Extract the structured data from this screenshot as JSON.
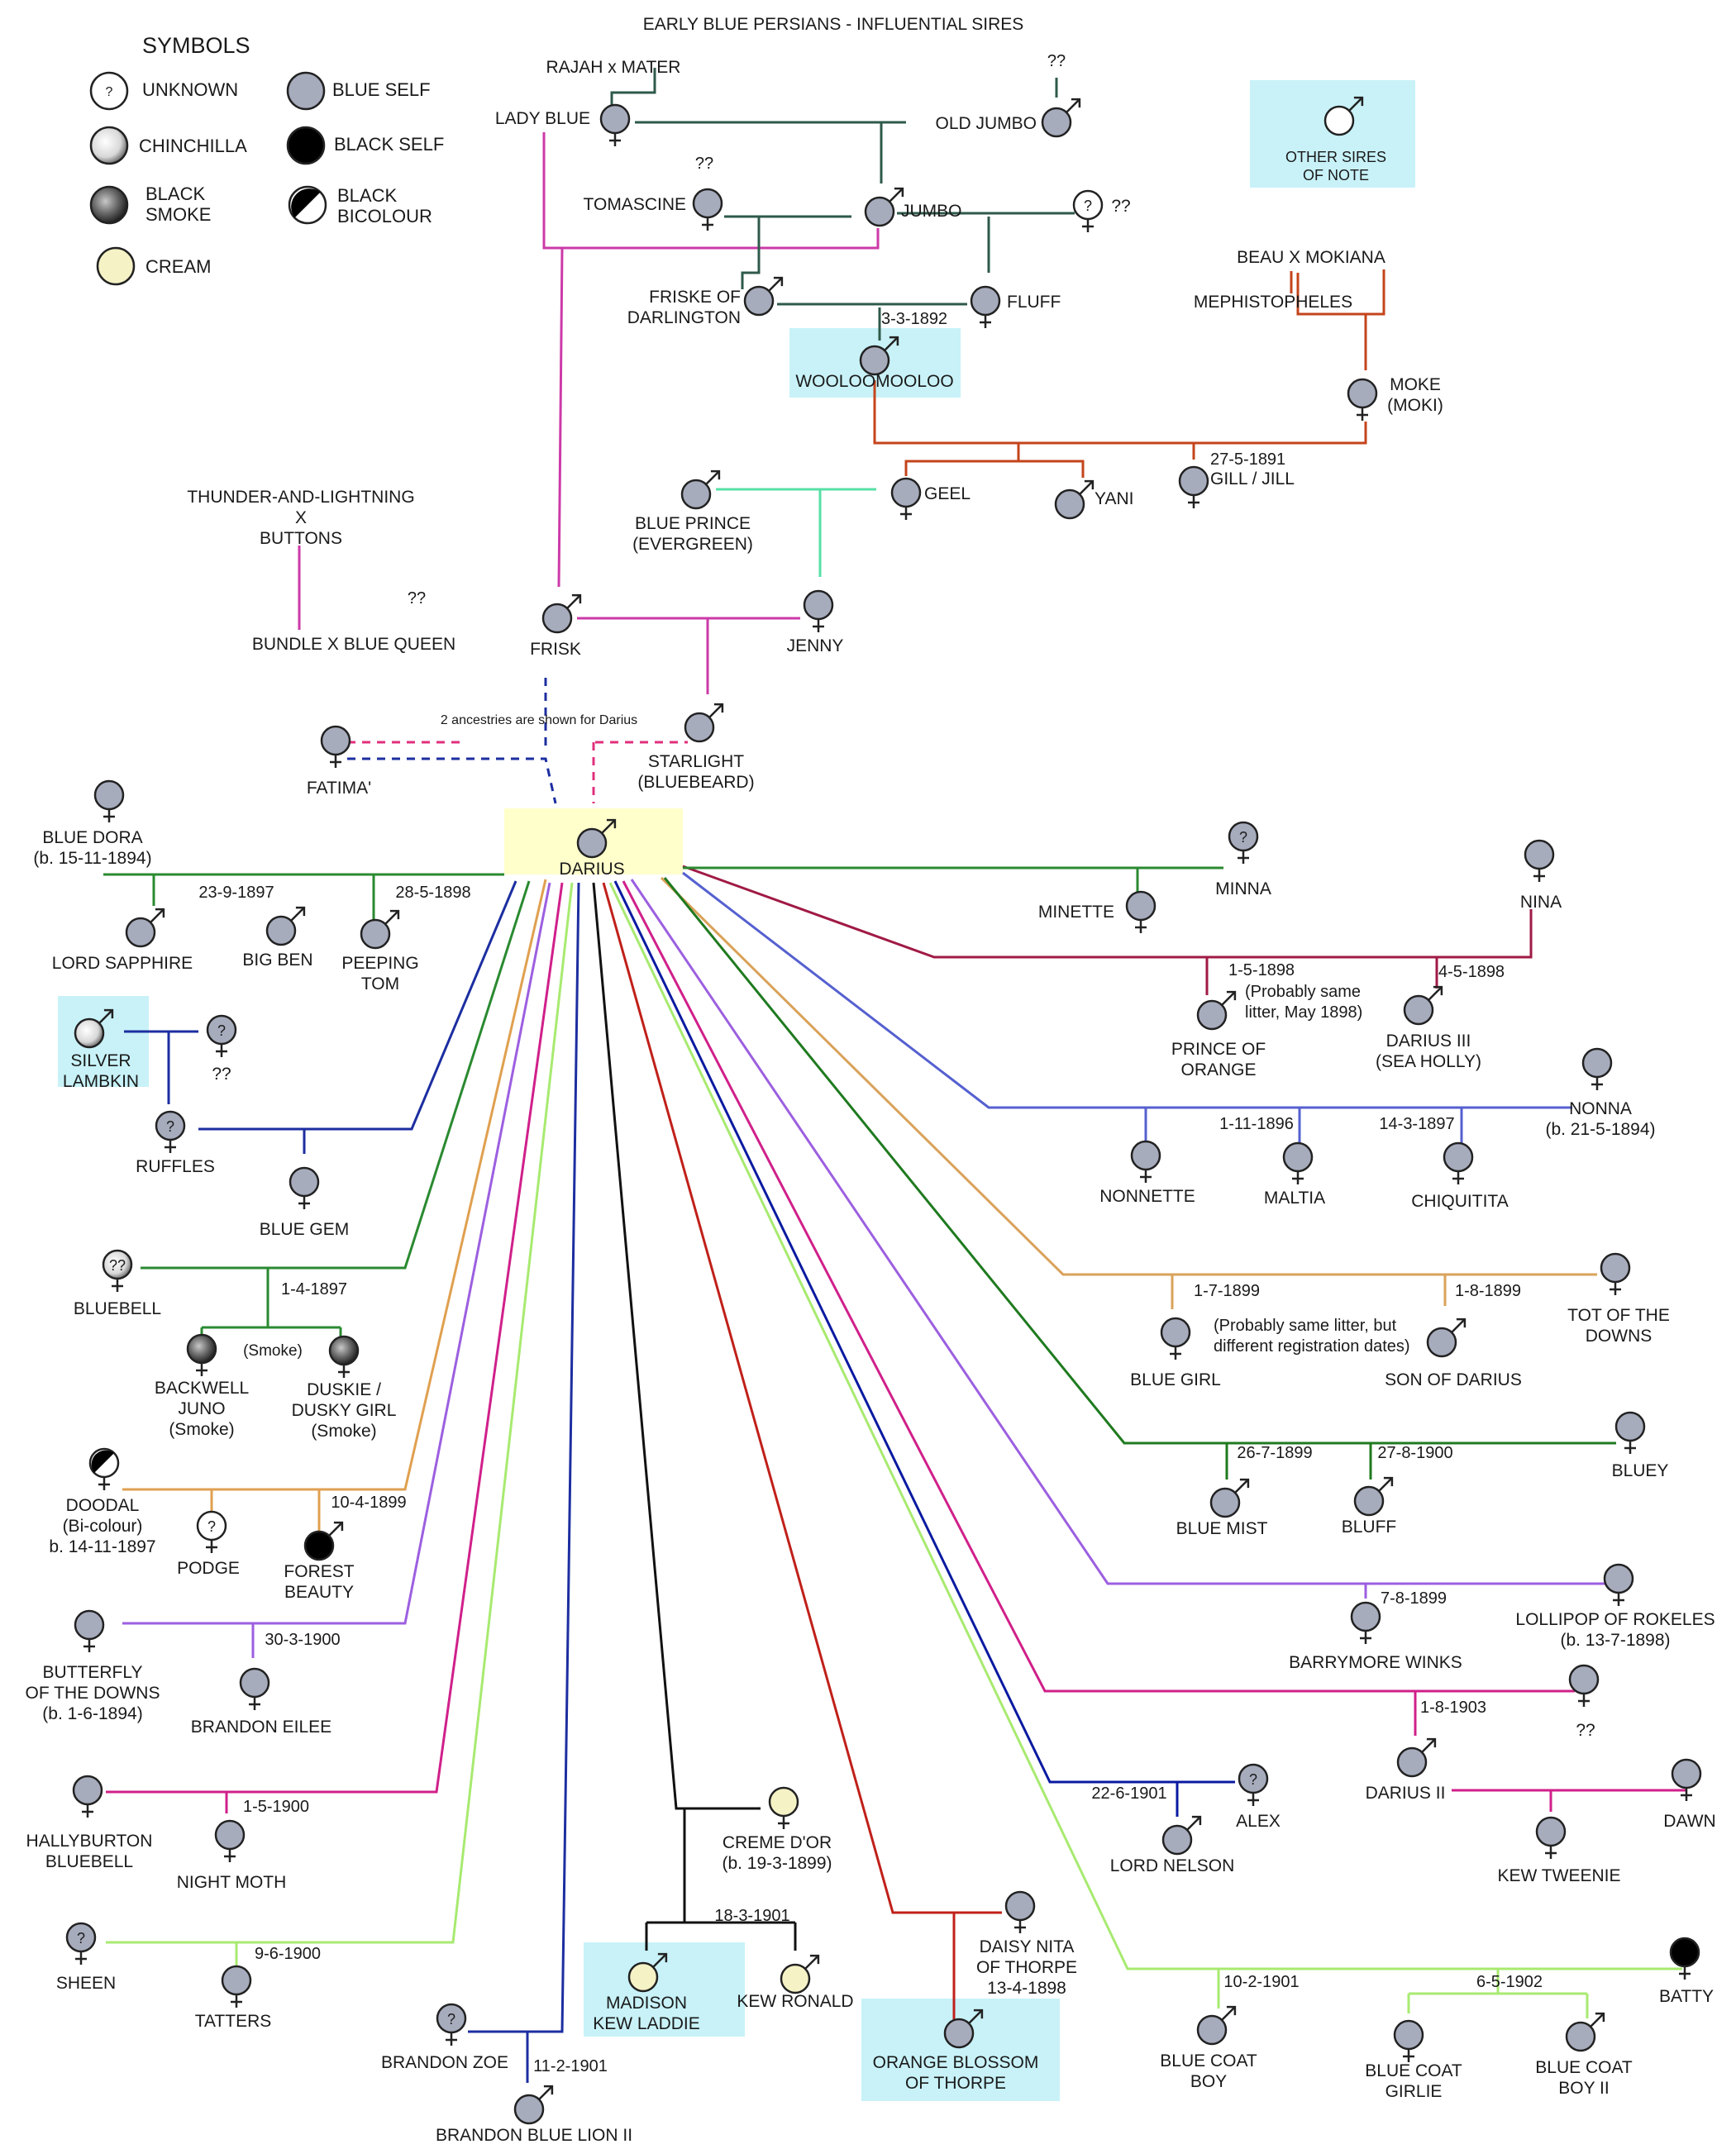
{
  "title": "EARLY BLUE PERSIANS - INFLUENTIAL SIRES",
  "legend": {
    "heading": "SYMBOLS",
    "items": [
      {
        "id": "unknown",
        "label": [
          "UNKNOWN"
        ],
        "type": "unknown",
        "mark": "?"
      },
      {
        "id": "chinchilla",
        "label": [
          "CHINCHILLA"
        ],
        "type": "chinchilla"
      },
      {
        "id": "smoke",
        "label": [
          "BLACK",
          "SMOKE"
        ],
        "type": "smoke"
      },
      {
        "id": "cream",
        "label": [
          "CREAM"
        ],
        "type": "cream"
      },
      {
        "id": "blue",
        "label": [
          "BLUE SELF"
        ],
        "type": "blue"
      },
      {
        "id": "black",
        "label": [
          "BLACK SELF"
        ],
        "type": "black"
      },
      {
        "id": "bicolour",
        "label": [
          "BLACK",
          "BICOLOUR"
        ],
        "type": "bicolour"
      }
    ],
    "note": {
      "label": [
        "OTHER SIRES",
        "OF NOTE"
      ],
      "sex": "m"
    }
  },
  "colors": {
    "blue": "#a7acbd",
    "cream": "#f5f2c6",
    "black": "#000000",
    "unknown": "#ffffff",
    "highlight_cyan": "#c8f2f8",
    "highlight_darius": "#ffffcc",
    "dark_green": "#2e5a4a",
    "red_brown": "#c4441b",
    "mint": "#57e0a6",
    "magenta": "#cc3aa8",
    "navy_dashed": "#1c2ea0",
    "pink_dashed": "#e0307c"
  },
  "highlights": [
    {
      "id": "h-darius",
      "kind": "darius"
    },
    {
      "id": "h-woolo",
      "kind": "cyan"
    },
    {
      "id": "h-silver",
      "kind": "cyan"
    },
    {
      "id": "h-madison",
      "kind": "cyan"
    },
    {
      "id": "h-orange",
      "kind": "cyan"
    }
  ],
  "nodes": [
    {
      "id": "rajah",
      "type": "none",
      "label": [
        "RAJAH x MATER"
      ]
    },
    {
      "id": "ladyblue",
      "type": "blue",
      "sex": "f",
      "label": [
        "LADY BLUE"
      ]
    },
    {
      "id": "oldjumbo",
      "type": "blue",
      "sex": "m",
      "label": [
        "OLD JUMBO"
      ],
      "note": "??"
    },
    {
      "id": "tomascine",
      "type": "blue",
      "sex": "f",
      "label": [
        "TOMASCINE"
      ],
      "note": "??"
    },
    {
      "id": "jumbo",
      "type": "blue",
      "sex": "m",
      "label": [
        "JUMBO"
      ]
    },
    {
      "id": "unk1",
      "type": "unknown",
      "sex": "f",
      "mark": "?",
      "label": [
        "??"
      ]
    },
    {
      "id": "friske",
      "type": "blue",
      "sex": "m",
      "label": [
        "FRISKE OF",
        "DARLINGTON"
      ]
    },
    {
      "id": "fluff",
      "type": "blue",
      "sex": "f",
      "label": [
        "FLUFF"
      ]
    },
    {
      "id": "woolo",
      "type": "blue",
      "sex": "m",
      "label": [
        "WOOLOOMOOLOO"
      ],
      "date": "3-3-1892"
    },
    {
      "id": "beau",
      "type": "none",
      "label": [
        "BEAU X MOKIANA"
      ]
    },
    {
      "id": "mephisto",
      "type": "none",
      "label": [
        "MEPHISTOPHELES"
      ]
    },
    {
      "id": "moke",
      "type": "blue",
      "sex": "f",
      "label": [
        "MOKE",
        "(MOKI)"
      ]
    },
    {
      "id": "blueprince",
      "type": "blue",
      "sex": "m",
      "label": [
        "BLUE PRINCE",
        "(EVERGREEN)"
      ]
    },
    {
      "id": "geel",
      "type": "blue",
      "sex": "f",
      "label": [
        "GEEL"
      ]
    },
    {
      "id": "yani",
      "type": "blue",
      "sex": "m",
      "label": [
        "YANI"
      ]
    },
    {
      "id": "gill",
      "type": "blue",
      "sex": "f",
      "label": [
        "GILL / JILL"
      ],
      "date": "27-5-1891"
    },
    {
      "id": "thunder",
      "type": "none",
      "label": [
        "THUNDER-AND-LIGHTNING",
        "X",
        "BUTTONS"
      ]
    },
    {
      "id": "bundle",
      "type": "none",
      "label": [
        "BUNDLE X BLUE QUEEN"
      ],
      "note": "??"
    },
    {
      "id": "frisk",
      "type": "blue",
      "sex": "m",
      "label": [
        "FRISK"
      ]
    },
    {
      "id": "jenny",
      "type": "blue",
      "sex": "f",
      "label": [
        "JENNY"
      ]
    },
    {
      "id": "starlight",
      "type": "blue",
      "sex": "m",
      "label": [
        "STARLIGHT",
        "(BLUEBEARD)"
      ]
    },
    {
      "id": "fatima",
      "type": "blue",
      "sex": "f",
      "label": [
        "FATIMA'"
      ]
    },
    {
      "id": "darius",
      "type": "blue",
      "sex": "m",
      "label": [
        "DARIUS"
      ]
    },
    {
      "id": "bluedora",
      "type": "blue",
      "sex": "f",
      "label": [
        "BLUE DORA",
        "(b. 15-11-1894)"
      ]
    },
    {
      "id": "lordsapphire",
      "type": "blue",
      "sex": "m",
      "label": [
        "LORD SAPPHIRE"
      ]
    },
    {
      "id": "bigben",
      "type": "blue",
      "sex": "m",
      "label": [
        "BIG BEN"
      ],
      "date": "23-9-1897"
    },
    {
      "id": "peeping",
      "type": "blue",
      "sex": "m",
      "label": [
        "PEEPING",
        "TOM"
      ],
      "date": "28-5-1898"
    },
    {
      "id": "minna",
      "type": "blue",
      "sex": "f",
      "mark": "?",
      "label": [
        "MINNA"
      ]
    },
    {
      "id": "minette",
      "type": "blue",
      "sex": "f",
      "label": [
        "MINETTE"
      ]
    },
    {
      "id": "nina",
      "type": "blue",
      "sex": "f",
      "label": [
        "NINA"
      ]
    },
    {
      "id": "prince",
      "type": "blue",
      "sex": "m",
      "label": [
        "PRINCE OF",
        "ORANGE"
      ],
      "date": "1-5-1898"
    },
    {
      "id": "dariusiii",
      "type": "blue",
      "sex": "m",
      "label": [
        "DARIUS III",
        "(SEA HOLLY)"
      ],
      "date": "4-5-1898"
    },
    {
      "id": "silver",
      "type": "chinchilla",
      "sex": "m",
      "label": [
        "SILVER",
        "LAMBKIN"
      ]
    },
    {
      "id": "unk2",
      "type": "blue",
      "sex": "f",
      "mark": "?",
      "label": [
        "??"
      ]
    },
    {
      "id": "ruffles",
      "type": "blue",
      "sex": "f",
      "mark": "?",
      "label": [
        "RUFFLES"
      ]
    },
    {
      "id": "bluegem",
      "type": "blue",
      "sex": "f",
      "label": [
        "BLUE GEM"
      ]
    },
    {
      "id": "nonna",
      "type": "blue",
      "sex": "f",
      "label": [
        "NONNA",
        "(b. 21-5-1894)"
      ]
    },
    {
      "id": "nonnette",
      "type": "blue",
      "sex": "f",
      "label": [
        "NONNETTE"
      ]
    },
    {
      "id": "maltia",
      "type": "blue",
      "sex": "f",
      "label": [
        "MALTIA"
      ],
      "date": "1-11-1896"
    },
    {
      "id": "chiquitita",
      "type": "blue",
      "sex": "f",
      "label": [
        "CHIQUITITA"
      ],
      "date": "14-3-1897"
    },
    {
      "id": "bluebell",
      "type": "chinchilla",
      "sex": "f",
      "mark": "??",
      "label": [
        "BLUEBELL"
      ]
    },
    {
      "id": "backwell",
      "type": "smoke",
      "sex": "f",
      "label": [
        "BACKWELL",
        "JUNO",
        "(Smoke)"
      ],
      "date": "1-4-1897"
    },
    {
      "id": "duskie",
      "type": "smoke",
      "sex": "f",
      "label": [
        "DUSKIE /",
        "DUSKY GIRL",
        "(Smoke)"
      ]
    },
    {
      "id": "totdowns",
      "type": "blue",
      "sex": "f",
      "label": [
        "TOT OF THE",
        "DOWNS"
      ]
    },
    {
      "id": "bluegirl",
      "type": "blue",
      "sex": "f",
      "label": [
        "BLUE GIRL"
      ],
      "date": "1-7-1899"
    },
    {
      "id": "sondarius",
      "type": "blue",
      "sex": "m",
      "label": [
        "SON OF DARIUS"
      ],
      "date": "1-8-1899"
    },
    {
      "id": "doodal",
      "type": "bicolour",
      "sex": "f",
      "label": [
        "DOODAL",
        "(Bi-colour)",
        "b. 14-11-1897"
      ]
    },
    {
      "id": "podge",
      "type": "unknown",
      "sex": "f",
      "mark": "?",
      "label": [
        "PODGE"
      ]
    },
    {
      "id": "forest",
      "type": "black",
      "sex": "m",
      "label": [
        "FOREST",
        "BEAUTY"
      ],
      "date": "10-4-1899"
    },
    {
      "id": "bluey",
      "type": "blue",
      "sex": "f",
      "label": [
        "BLUEY"
      ]
    },
    {
      "id": "bluemist",
      "type": "blue",
      "sex": "m",
      "label": [
        "BLUE MIST"
      ],
      "date": "26-7-1899"
    },
    {
      "id": "bluff",
      "type": "blue",
      "sex": "m",
      "label": [
        "BLUFF"
      ],
      "date": "27-8-1900"
    },
    {
      "id": "butterfly",
      "type": "blue",
      "sex": "f",
      "label": [
        "BUTTERFLY",
        "OF THE DOWNS",
        "(b. 1-6-1894)"
      ]
    },
    {
      "id": "brandoneilee",
      "type": "blue",
      "sex": "f",
      "label": [
        "BRANDON EILEE"
      ],
      "date": "30-3-1900"
    },
    {
      "id": "lollipop",
      "type": "blue",
      "sex": "f",
      "label": [
        "LOLLIPOP OF ROKELES",
        "(b. 13-7-1898)"
      ]
    },
    {
      "id": "barrymore",
      "type": "blue",
      "sex": "f",
      "label": [
        "BARRYMORE WINKS"
      ],
      "date": "7-8-1899"
    },
    {
      "id": "unk3",
      "type": "blue",
      "sex": "f",
      "label": [
        "??"
      ]
    },
    {
      "id": "dariusii",
      "type": "blue",
      "sex": "m",
      "label": [
        "DARIUS II"
      ],
      "date": "1-8-1903"
    },
    {
      "id": "dawn",
      "type": "blue",
      "sex": "f",
      "label": [
        "DAWN"
      ]
    },
    {
      "id": "kewtweenie",
      "type": "blue",
      "sex": "f",
      "label": [
        "KEW TWEENIE"
      ]
    },
    {
      "id": "hallyburton",
      "type": "blue",
      "sex": "f",
      "label": [
        "HALLYBURTON",
        "BLUEBELL"
      ]
    },
    {
      "id": "nightmoth",
      "type": "blue",
      "sex": "f",
      "label": [
        "NIGHT MOTH"
      ],
      "date": "1-5-1900"
    },
    {
      "id": "cremedor",
      "type": "cream",
      "sex": "f",
      "label": [
        "CREME D'OR",
        "(b. 19-3-1899)"
      ]
    },
    {
      "id": "alex",
      "type": "blue",
      "sex": "f",
      "mark": "?",
      "label": [
        "ALEX"
      ]
    },
    {
      "id": "lordnelson",
      "type": "blue",
      "sex": "m",
      "label": [
        "LORD NELSON"
      ],
      "date": "22-6-1901"
    },
    {
      "id": "sheen",
      "type": "blue",
      "sex": "f",
      "mark": "?",
      "label": [
        "SHEEN"
      ]
    },
    {
      "id": "tatters",
      "type": "blue",
      "sex": "f",
      "label": [
        "TATTERS"
      ],
      "date": "9-6-1900"
    },
    {
      "id": "madison",
      "type": "cream",
      "sex": "m",
      "label": [
        "MADISON",
        "KEW LADDIE"
      ],
      "date": "18-3-1901"
    },
    {
      "id": "kewronald",
      "type": "cream",
      "sex": "m",
      "label": [
        "KEW RONALD"
      ]
    },
    {
      "id": "daisynita",
      "type": "blue",
      "sex": "f",
      "label": [
        "DAISY NITA",
        "OF THORPE",
        "13-4-1898"
      ]
    },
    {
      "id": "orange",
      "type": "blue",
      "sex": "m",
      "label": [
        "ORANGE BLOSSOM",
        "OF THORPE"
      ]
    },
    {
      "id": "batty",
      "type": "black",
      "sex": "f",
      "label": [
        "BATTY"
      ]
    },
    {
      "id": "bluecoatboy",
      "type": "blue",
      "sex": "m",
      "label": [
        "BLUE COAT",
        "BOY"
      ],
      "date": "10-2-1901"
    },
    {
      "id": "bluecoatgirlie",
      "type": "blue",
      "sex": "f",
      "label": [
        "BLUE COAT",
        "GIRLIE"
      ],
      "date": "6-5-1902"
    },
    {
      "id": "bluecoatboyii",
      "type": "blue",
      "sex": "m",
      "label": [
        "BLUE COAT",
        "BOY II"
      ]
    },
    {
      "id": "brandonzoe",
      "type": "blue",
      "sex": "f",
      "mark": "?",
      "label": [
        "BRANDON ZOE"
      ]
    },
    {
      "id": "brandonlion",
      "type": "blue",
      "sex": "m",
      "label": [
        "BRANDON BLUE LION II"
      ],
      "date": "11-2-1901"
    }
  ],
  "annotations": [
    {
      "id": "ann-ancestries",
      "text": "2 ancestries are shown for Darius"
    },
    {
      "id": "ann-prince",
      "text": [
        "(Probably same",
        "litter, May 1898)"
      ]
    },
    {
      "id": "ann-tot",
      "text": [
        "(Probably same litter, but",
        "different registration dates)"
      ]
    },
    {
      "id": "ann-smoke",
      "text": "(Smoke)"
    },
    {
      "id": "ann-unk2",
      "text": "??"
    },
    {
      "id": "ann-unk3",
      "text": "??"
    },
    {
      "id": "ann-unk1",
      "text": "??"
    }
  ],
  "lines": [
    {
      "id": "l-rajah-lady",
      "color": "#2e5a4a"
    },
    {
      "id": "l-lady-jumbo",
      "color": "#2e5a4a"
    },
    {
      "id": "l-oldjumbo",
      "color": "#2e5a4a"
    },
    {
      "id": "l-tomascine-jumbo",
      "color": "#2e5a4a"
    },
    {
      "id": "l-jumbo-unk1",
      "color": "#2e5a4a"
    },
    {
      "id": "l-friske-fluff",
      "color": "#2e5a4a"
    },
    {
      "id": "l-mephisto",
      "color": "#c4441b"
    },
    {
      "id": "l-woolo-moke",
      "color": "#c4441b"
    },
    {
      "id": "l-prince-jenny",
      "color": "#57e0a6"
    },
    {
      "id": "l-lady-frisk",
      "color": "#cc3aa8"
    },
    {
      "id": "l-frisk-starlight",
      "color": "#cc3aa8"
    },
    {
      "id": "l-thunder",
      "color": "#cc3aa8"
    },
    {
      "id": "l-dashed",
      "color": "#1c2ea0"
    },
    {
      "id": "l-dora",
      "color": "#2a8a30"
    },
    {
      "id": "l-nina",
      "color": "#a01a45"
    },
    {
      "id": "l-silver",
      "color": "#1c2ea0"
    },
    {
      "id": "l-nonna",
      "color": "#5560d0"
    },
    {
      "id": "l-bluebell",
      "color": "#2a8a30"
    },
    {
      "id": "l-tot",
      "color": "#d9a25a"
    },
    {
      "id": "l-doodal",
      "color": "#e0a050"
    },
    {
      "id": "l-bluey",
      "color": "#1f7a1f"
    },
    {
      "id": "l-butterfly",
      "color": "#9c5fe0"
    },
    {
      "id": "l-lollipop",
      "color": "#9c5fe0"
    },
    {
      "id": "l-unk3",
      "color": "#d0208a"
    },
    {
      "id": "l-hally",
      "color": "#d0208a"
    },
    {
      "id": "l-creme",
      "color": "#111111"
    },
    {
      "id": "l-alex",
      "color": "#0a1aa0"
    },
    {
      "id": "l-sheen",
      "color": "#a8ea70"
    },
    {
      "id": "l-daisy",
      "color": "#c0201a"
    },
    {
      "id": "l-batty",
      "color": "#a8ea70"
    },
    {
      "id": "l-brandon",
      "color": "#1c2ea0"
    }
  ]
}
